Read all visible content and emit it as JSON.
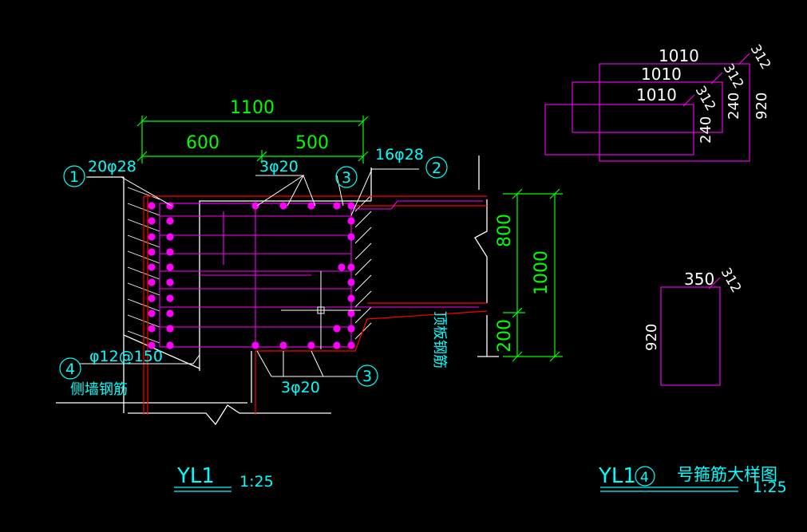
{
  "colors": {
    "background": "#000000",
    "dimension": "#00ff00",
    "annotation": "#00ffff",
    "rebar": "#ff00ff",
    "concrete_outline": "#ffffff",
    "slab_edge": "#ff0000"
  },
  "main_section": {
    "dims": {
      "total_width": "1100",
      "left_width": "600",
      "right_width": "500",
      "height_total": "1000",
      "height_top": "800",
      "height_bottom": "200"
    },
    "callouts": {
      "c1_num": "1",
      "c1_text": "20φ28",
      "c2_num": "2",
      "c2_text": "16φ28",
      "c3_top_num": "3",
      "c3_top_text": "3φ20",
      "c3_bottom_num": "3",
      "c3_bottom_text": "3φ20",
      "c4_num": "4",
      "c4_text": "φ12@150"
    },
    "side_wall_label": "侧墙钢筋",
    "roof_slab_label": "顶板钢筋",
    "title": "YL1",
    "scale": "1:25"
  },
  "stirrup_detail": {
    "stirrups": [
      {
        "width": "1010",
        "hook": "312"
      },
      {
        "width": "1010",
        "height": "240",
        "hook": "312",
        "height_outer": "920"
      },
      {
        "width": "1010",
        "height": "240",
        "hook": "312"
      }
    ],
    "single": {
      "width": "350",
      "height": "920",
      "hook": "312"
    },
    "title_prefix": "YL1",
    "title_num": "4",
    "title_text": "号箍筋大样图",
    "scale": "1:25"
  }
}
